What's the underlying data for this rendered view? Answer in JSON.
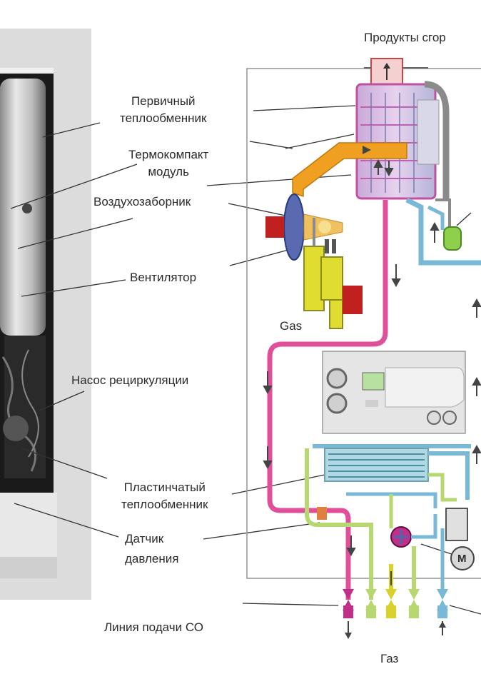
{
  "title": "Продукты сгор",
  "labels": {
    "primary_hx_line1": "Первичный",
    "primary_hx_line2": "теплообменник",
    "thermocompact_line1": "Термокомпакт",
    "thermocompact_line2": "модуль",
    "air_intake": "Воздухозаборник",
    "fan": "Вентилятор",
    "gas_valve": "Gas",
    "pump": "Насос рециркуляции",
    "plate_hx_line1": "Пластинчатый",
    "plate_hx_line2": "теплообменник",
    "pressure_line1": "Датчик",
    "pressure_line2": "давления",
    "supply_line": "Линия подачи СО",
    "gas_bottom": "Газ",
    "motor": "M"
  },
  "colors": {
    "heating_flow": "#e0509a",
    "heating_return": "#7ab8d8",
    "dhw": "#b7d870",
    "gas": "#d8d22a",
    "flue": "#f0a020",
    "frame": "#9a9a9a",
    "label": "#2b2b2b"
  }
}
